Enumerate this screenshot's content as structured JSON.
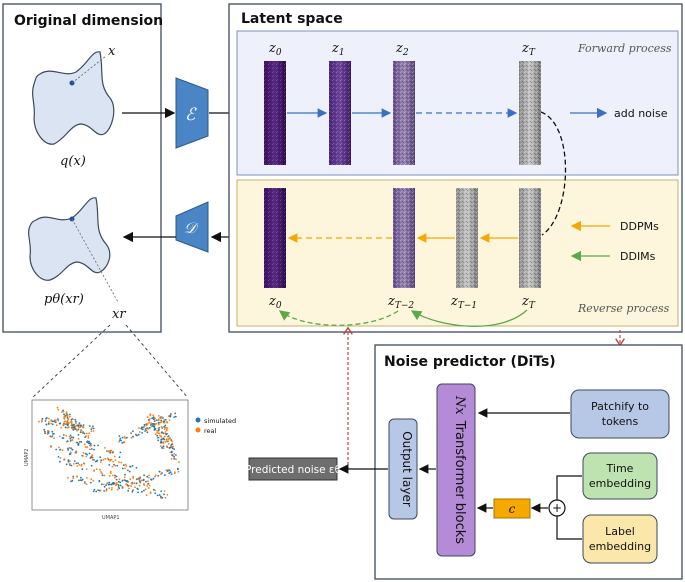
{
  "panels": {
    "original_title": "Original dimension",
    "latent_title": "Latent space",
    "noise_title": "Noise predictor (DiTs)"
  },
  "latent": {
    "forward_label": "Forward process",
    "reverse_label": "Reverse process",
    "add_noise": "add noise",
    "ddpms": "DDPMs",
    "ddims": "DDIMs",
    "forward_z": [
      "z₀",
      "z₁",
      "z₂",
      "z_T"
    ],
    "reverse_z": [
      "z₀",
      "z_{T−2}",
      "z_{T−1}",
      "z_T"
    ]
  },
  "original": {
    "x_label": "x",
    "q_label": "q(x)",
    "p_label": "pθ(xr)",
    "xr_label": "xr",
    "encoder_symbol": "ℰ",
    "decoder_symbol": "𝒟"
  },
  "umap": {
    "legend": [
      "simulated",
      "real"
    ],
    "xlabel": "UMAP1",
    "ylabel": "UMAP2",
    "colors": {
      "simulated": "#1f77b4",
      "real": "#ff7f0e"
    }
  },
  "noise_predictor": {
    "patchify": "Patchify to tokens",
    "time_embedding": "Time embedding",
    "label_embedding": "Label embedding",
    "transformer": "Transformer blocks",
    "nx": "Nx",
    "output_layer": "Output layer",
    "c_symbol": "c",
    "predicted_noise": "Predicted noise εθ",
    "plus": "+"
  },
  "colors": {
    "encoder": "#4a86c5",
    "forward_bg": "#eef1fb",
    "reverse_bg": "#fdf6dc",
    "transformer": "#b58bd8",
    "output": "#b6c8e6",
    "patchify": "#b6c8e6",
    "time": "#bfe3b0",
    "label": "#fbe7a9",
    "c_box": "#f5a800",
    "ddpm_arrow": "#f5a800",
    "ddim_arrow": "#5ca84a",
    "forward_arrow": "#3c6fc2"
  }
}
